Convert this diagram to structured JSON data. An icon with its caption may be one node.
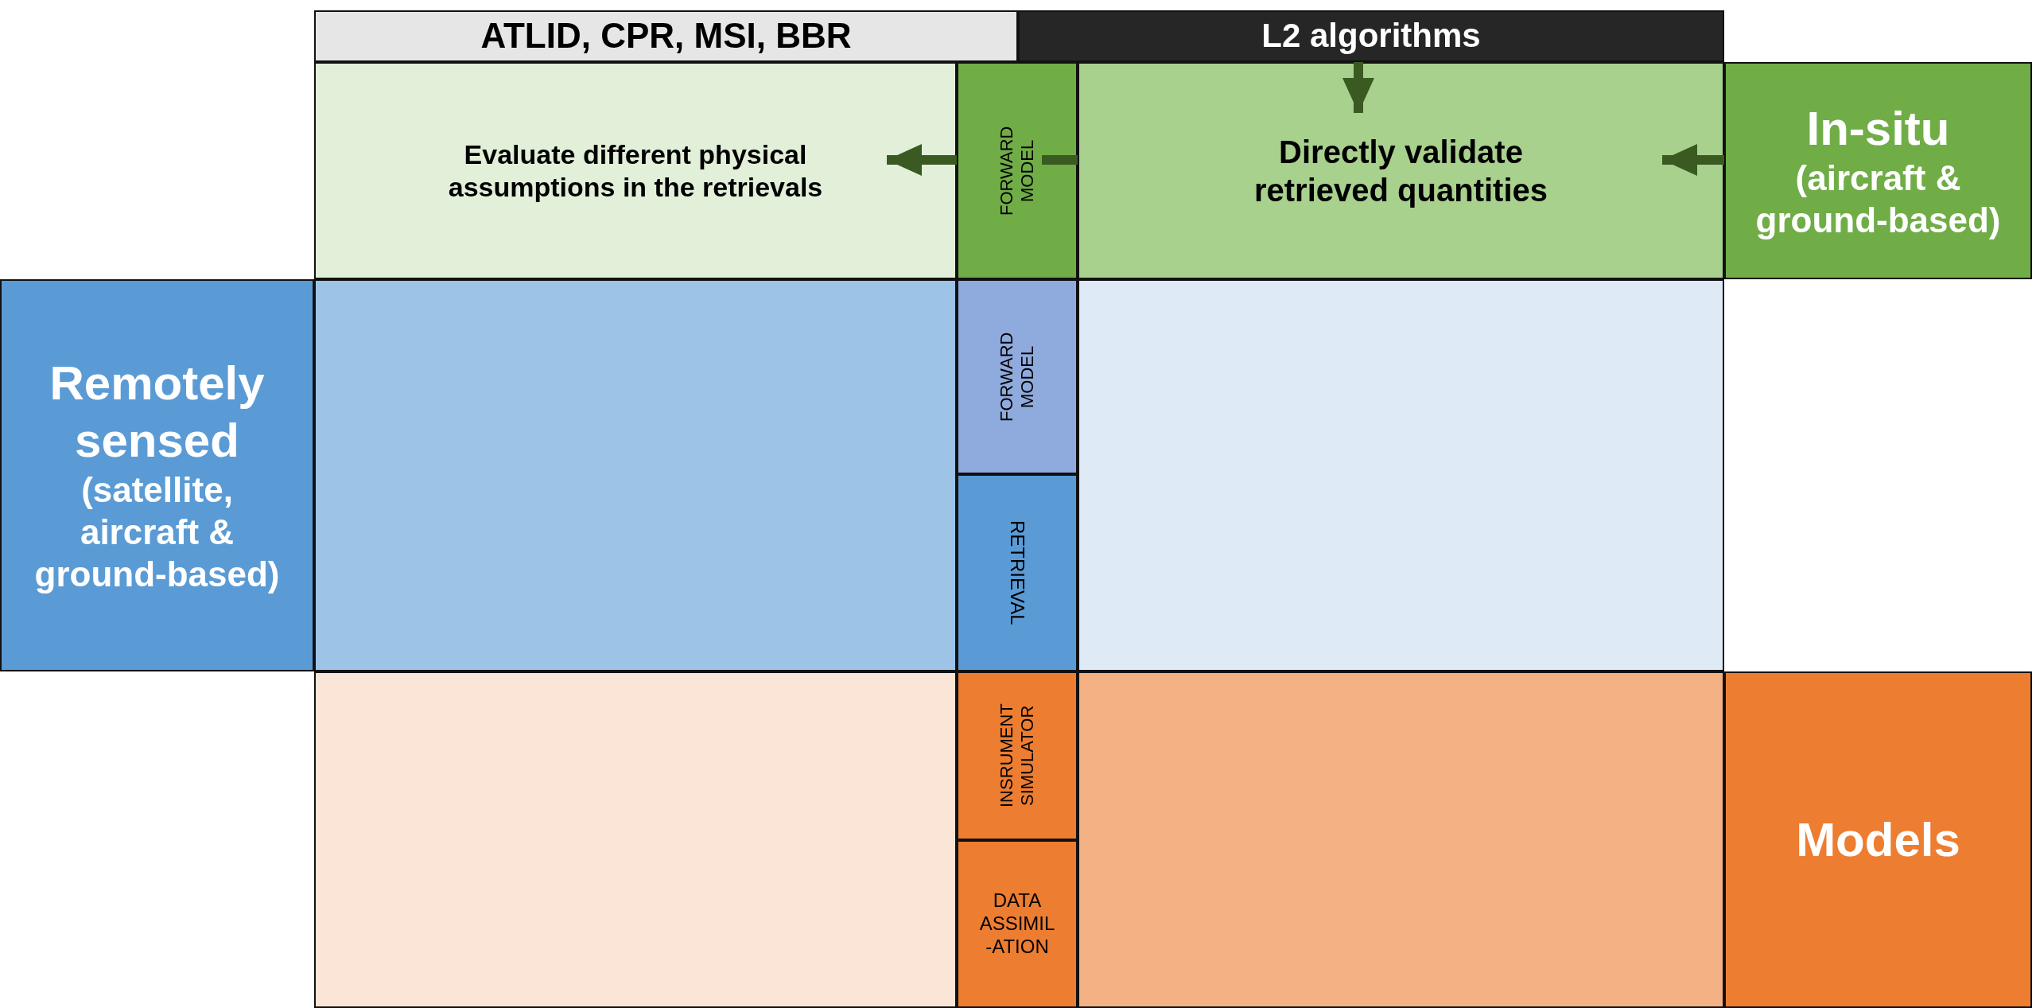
{
  "diagram": {
    "nodes": [
      {
        "text": [
          "ATLID, CPR, MSI, BBR"
        ]
      },
      {
        "text": [
          "L2 algorithms"
        ]
      },
      {
        "text": [
          "Evaluate different physical assumptions in the retrievals"
        ]
      },
      {
        "text": [
          "FORWARD MODEL"
        ]
      },
      {
        "text": [
          "Directly validate retrieved quantities"
        ]
      },
      {
        "text": [
          "In-situ",
          "(aircraft & ground-based)"
        ]
      },
      {
        "text": [
          "Remotely sensed",
          "(satellite, aircraft & ground-based)"
        ]
      },
      {
        "text": [],
        "shape": "box"
      },
      {
        "text": [
          "FORWARD MODEL"
        ]
      },
      {
        "text": [],
        "shape": "box"
      },
      {
        "text": [
          "RETRIEVAL"
        ]
      },
      {
        "text": [],
        "shape": "box"
      },
      {
        "text": [
          "INSRUMENT SIMULATOR"
        ]
      },
      {
        "text": [],
        "shape": "box"
      },
      {
        "text": [
          "Models"
        ]
      },
      {
        "text": [
          "DATA ASSIMIL -ATION"
        ]
      }
    ],
    "edges": [
      {
        "from": 1,
        "to": 4,
        "arrow": "to"
      },
      {
        "from": 5,
        "to": 4,
        "arrow": "to"
      },
      {
        "from": 4,
        "to": 3,
        "arrow": "none"
      },
      {
        "from": 3,
        "to": 2,
        "arrow": "to"
      }
    ]
  }
}
